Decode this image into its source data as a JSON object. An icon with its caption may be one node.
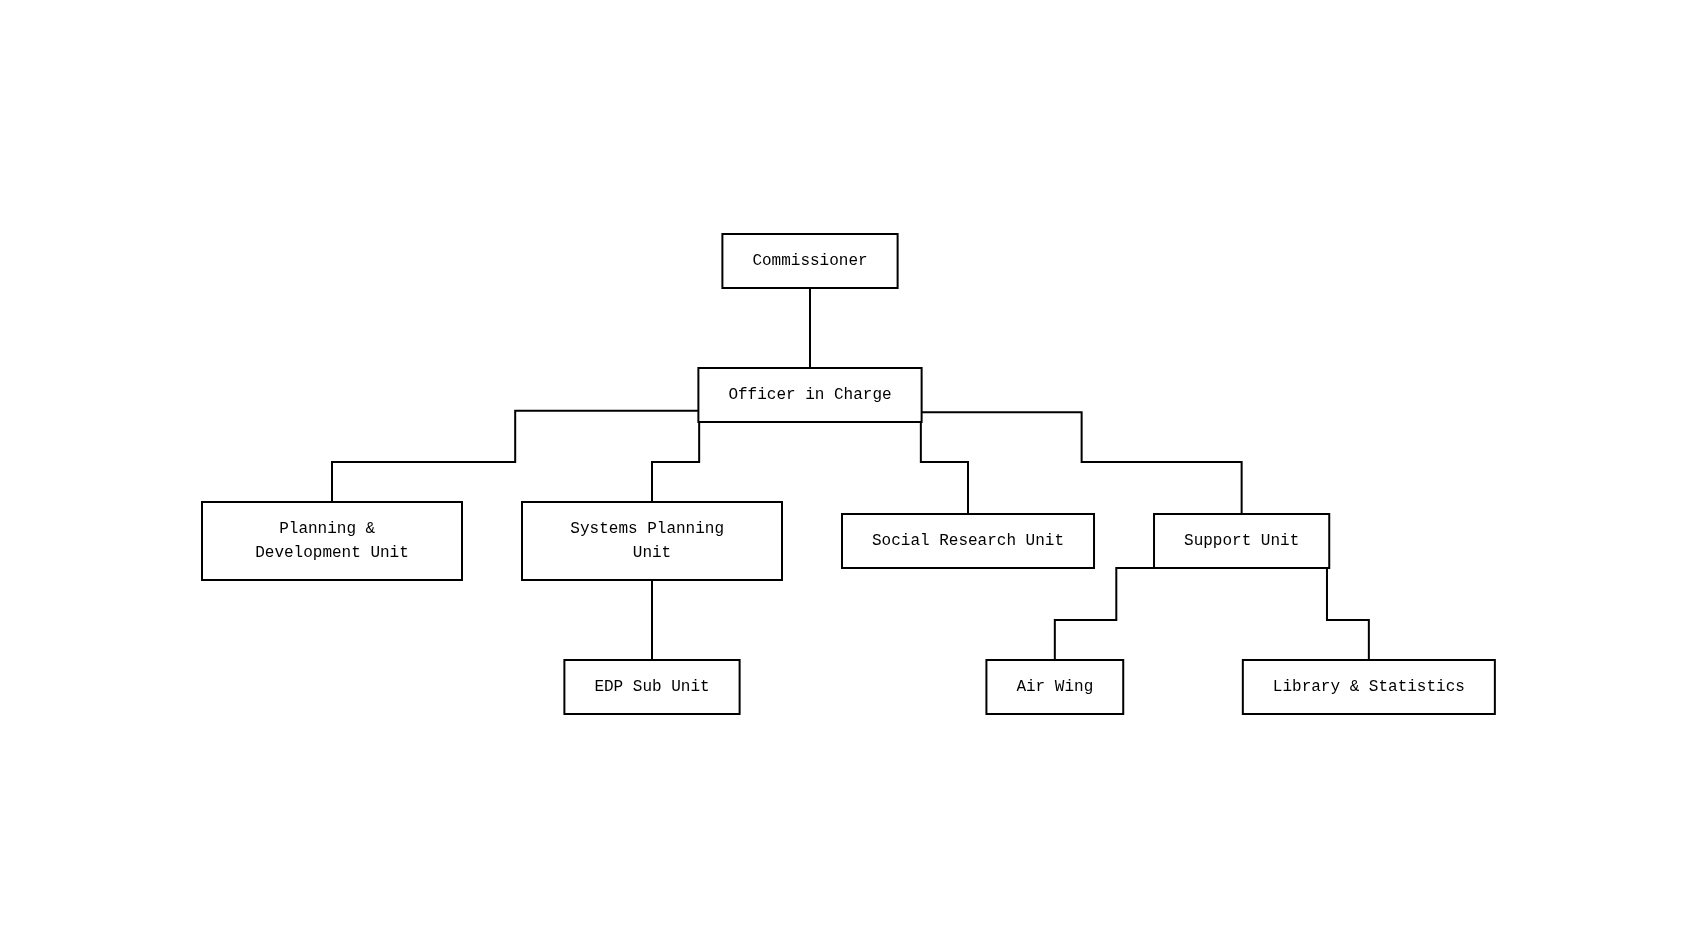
{
  "diagram": {
    "nodes": [
      {
        "text": [
          "Commissioner"
        ]
      },
      {
        "text": [
          "Officer in Charge"
        ]
      },
      {
        "text": [
          "Planning & Development Unit"
        ]
      },
      {
        "text": [
          "Systems Planning Unit"
        ]
      },
      {
        "text": [
          "Social Research Unit"
        ]
      },
      {
        "text": [
          "Support Unit"
        ]
      },
      {
        "text": [
          "EDP Sub Unit"
        ]
      },
      {
        "text": [
          "Air Wing"
        ]
      },
      {
        "text": [
          "Library & Statistics"
        ]
      }
    ],
    "edges": [
      {
        "from": 0,
        "to": 1,
        "arrow": "none"
      },
      {
        "from": 1,
        "to": 2,
        "arrow": "none"
      },
      {
        "from": 1,
        "to": 3,
        "arrow": "none"
      },
      {
        "from": 1,
        "to": 4,
        "arrow": "none"
      },
      {
        "from": 1,
        "to": 5,
        "arrow": "none"
      },
      {
        "from": 3,
        "to": 6,
        "arrow": "none"
      },
      {
        "from": 5,
        "to": 7,
        "arrow": "none"
      },
      {
        "from": 5,
        "to": 8,
        "arrow": "none"
      }
    ]
  }
}
